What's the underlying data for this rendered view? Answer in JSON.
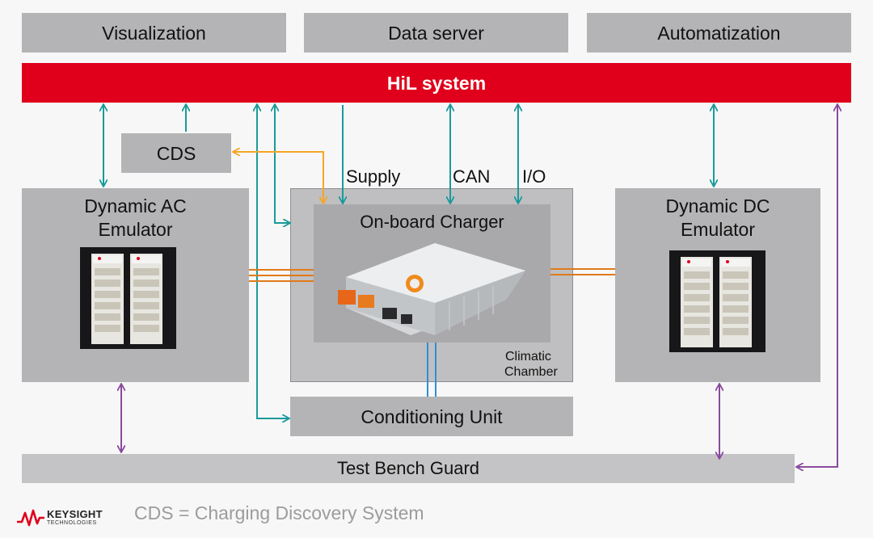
{
  "top_bar": {
    "visualization": "Visualization",
    "data_server": "Data server",
    "automatization": "Automatization"
  },
  "hil": {
    "label": "HiL system"
  },
  "cds": {
    "label": "CDS"
  },
  "signals": {
    "supply": "Supply",
    "can": "CAN",
    "io": "I/O"
  },
  "ac_emulator": {
    "line1": "Dynamic AC",
    "line2": "Emulator"
  },
  "dc_emulator": {
    "line1": "Dynamic DC",
    "line2": "Emulator"
  },
  "climatic_chamber": {
    "line1": "Climatic",
    "line2": "Chamber"
  },
  "charger": {
    "label": "On-board Charger"
  },
  "conditioning_unit": {
    "label": "Conditioning Unit"
  },
  "test_bench_guard": {
    "label": "Test Bench Guard"
  },
  "footer": {
    "brand": "KEYSIGHT",
    "brand_sub": "TECHNOLOGIES",
    "legend": "CDS = Charging Discovery System"
  },
  "colors": {
    "hil_red": "#e0001b",
    "teal_arrow": "#1a9a9a",
    "orange_arrow": "#f5a623",
    "purple_arrow": "#8a4a9e",
    "power_line": "#e07a1a",
    "coolant_line": "#2e8fd6",
    "box_gray": "#b4b4b6"
  }
}
